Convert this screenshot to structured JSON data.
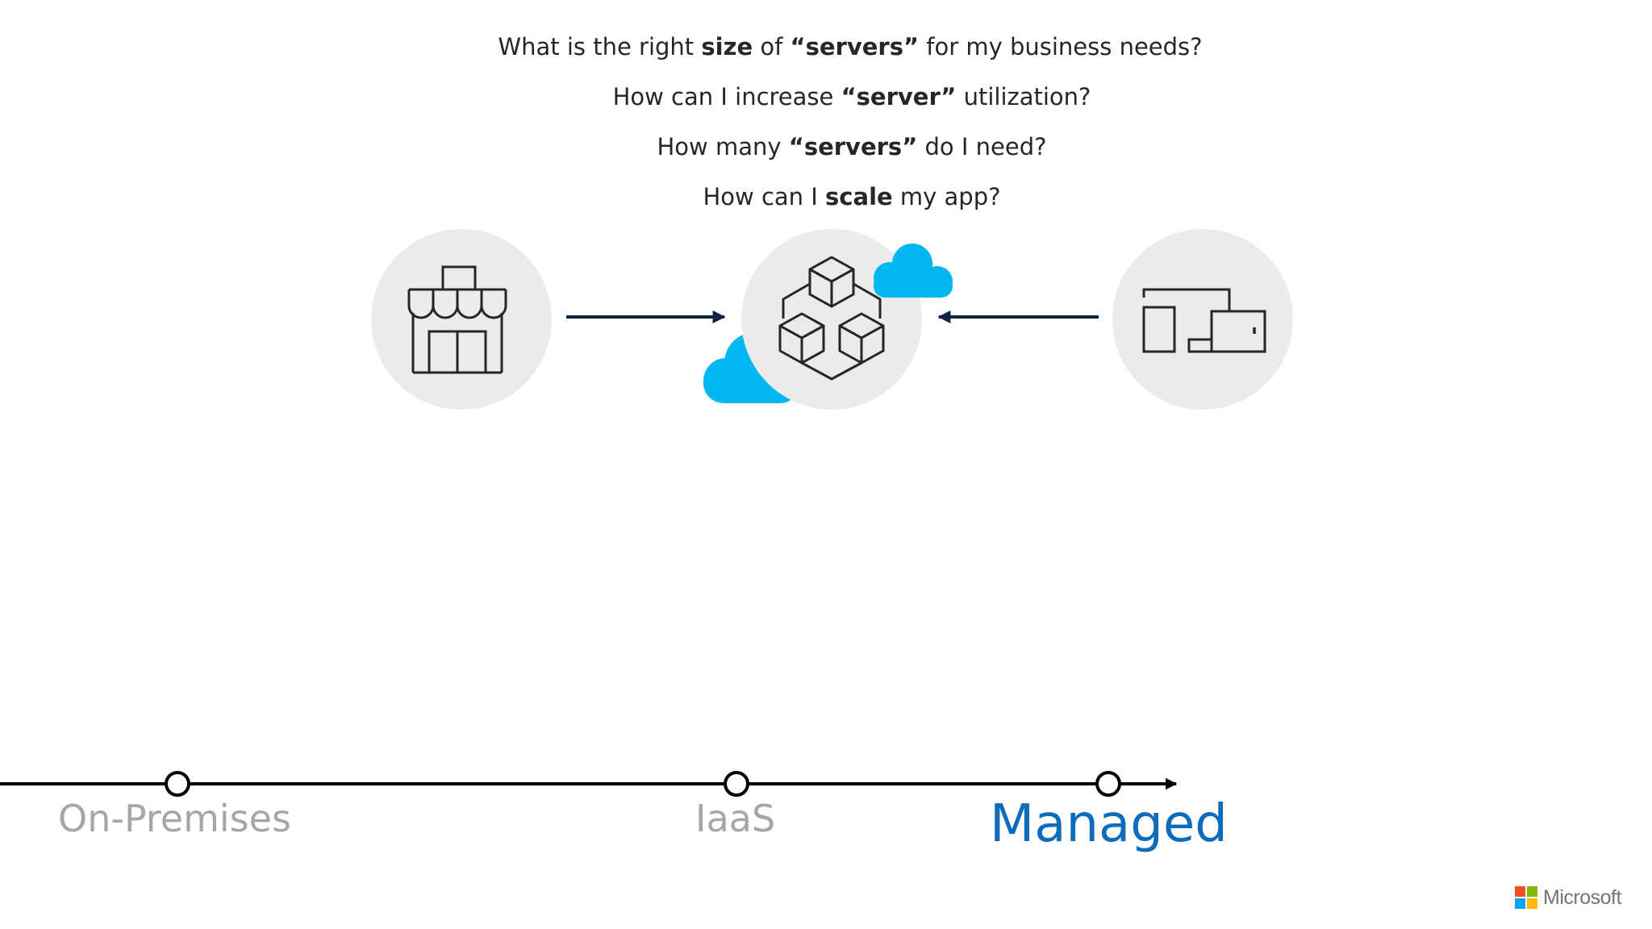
{
  "questions": [
    {
      "before": "What is the right ",
      "bold1": "size",
      "middle": " of ",
      "bold2": "“servers”",
      "after": " for my business needs?"
    },
    {
      "before": "How can I increase ",
      "bold": "“server”",
      "after": " utilization?"
    },
    {
      "before": "How many ",
      "bold": "“servers”",
      "after": " do I need?"
    },
    {
      "before": "How can I ",
      "bold": "scale",
      "after": " my app?"
    }
  ],
  "icons": {
    "left": "store-icon",
    "center": "cubes-cloud-icon",
    "right": "devices-icon"
  },
  "timeline": {
    "points": [
      "On-Premises",
      "IaaS",
      "Managed"
    ],
    "current": "Managed"
  },
  "logo": {
    "text": "Microsoft",
    "colors": [
      "#f25022",
      "#7fba00",
      "#00a4ef",
      "#ffb900"
    ]
  },
  "colors": {
    "accent": "#0f6cbd",
    "cloud": "#00b7f1",
    "circle_bg": "#ebebeb",
    "arrow": "#0d2341",
    "muted_label": "#a6a6a6"
  }
}
